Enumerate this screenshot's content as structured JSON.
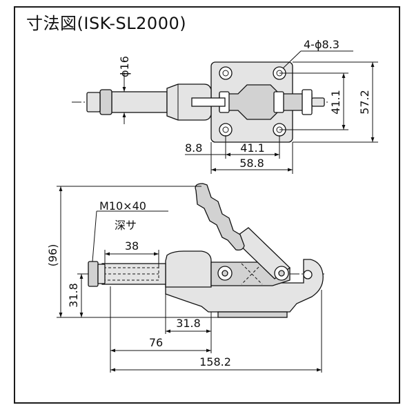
{
  "title": "寸法図(ISK-SL2000)",
  "top_view": {
    "hole_callout": "4-ϕ8.3",
    "rod_diameter": "ϕ16",
    "dim_right_inner": "41.1",
    "dim_right_outer": "57.2",
    "dim_bottom_small": "8.8",
    "dim_bottom_mid": "41.1",
    "dim_bottom_total": "58.8"
  },
  "side_view": {
    "thread_callout": "M10×40",
    "depth_label": "深サ",
    "depth_value": "38",
    "dim_height_total": "(96)",
    "dim_height_axis": "31.8",
    "dim_bottom_1": "31.8",
    "dim_bottom_2": "76",
    "dim_bottom_total": "158.2"
  }
}
